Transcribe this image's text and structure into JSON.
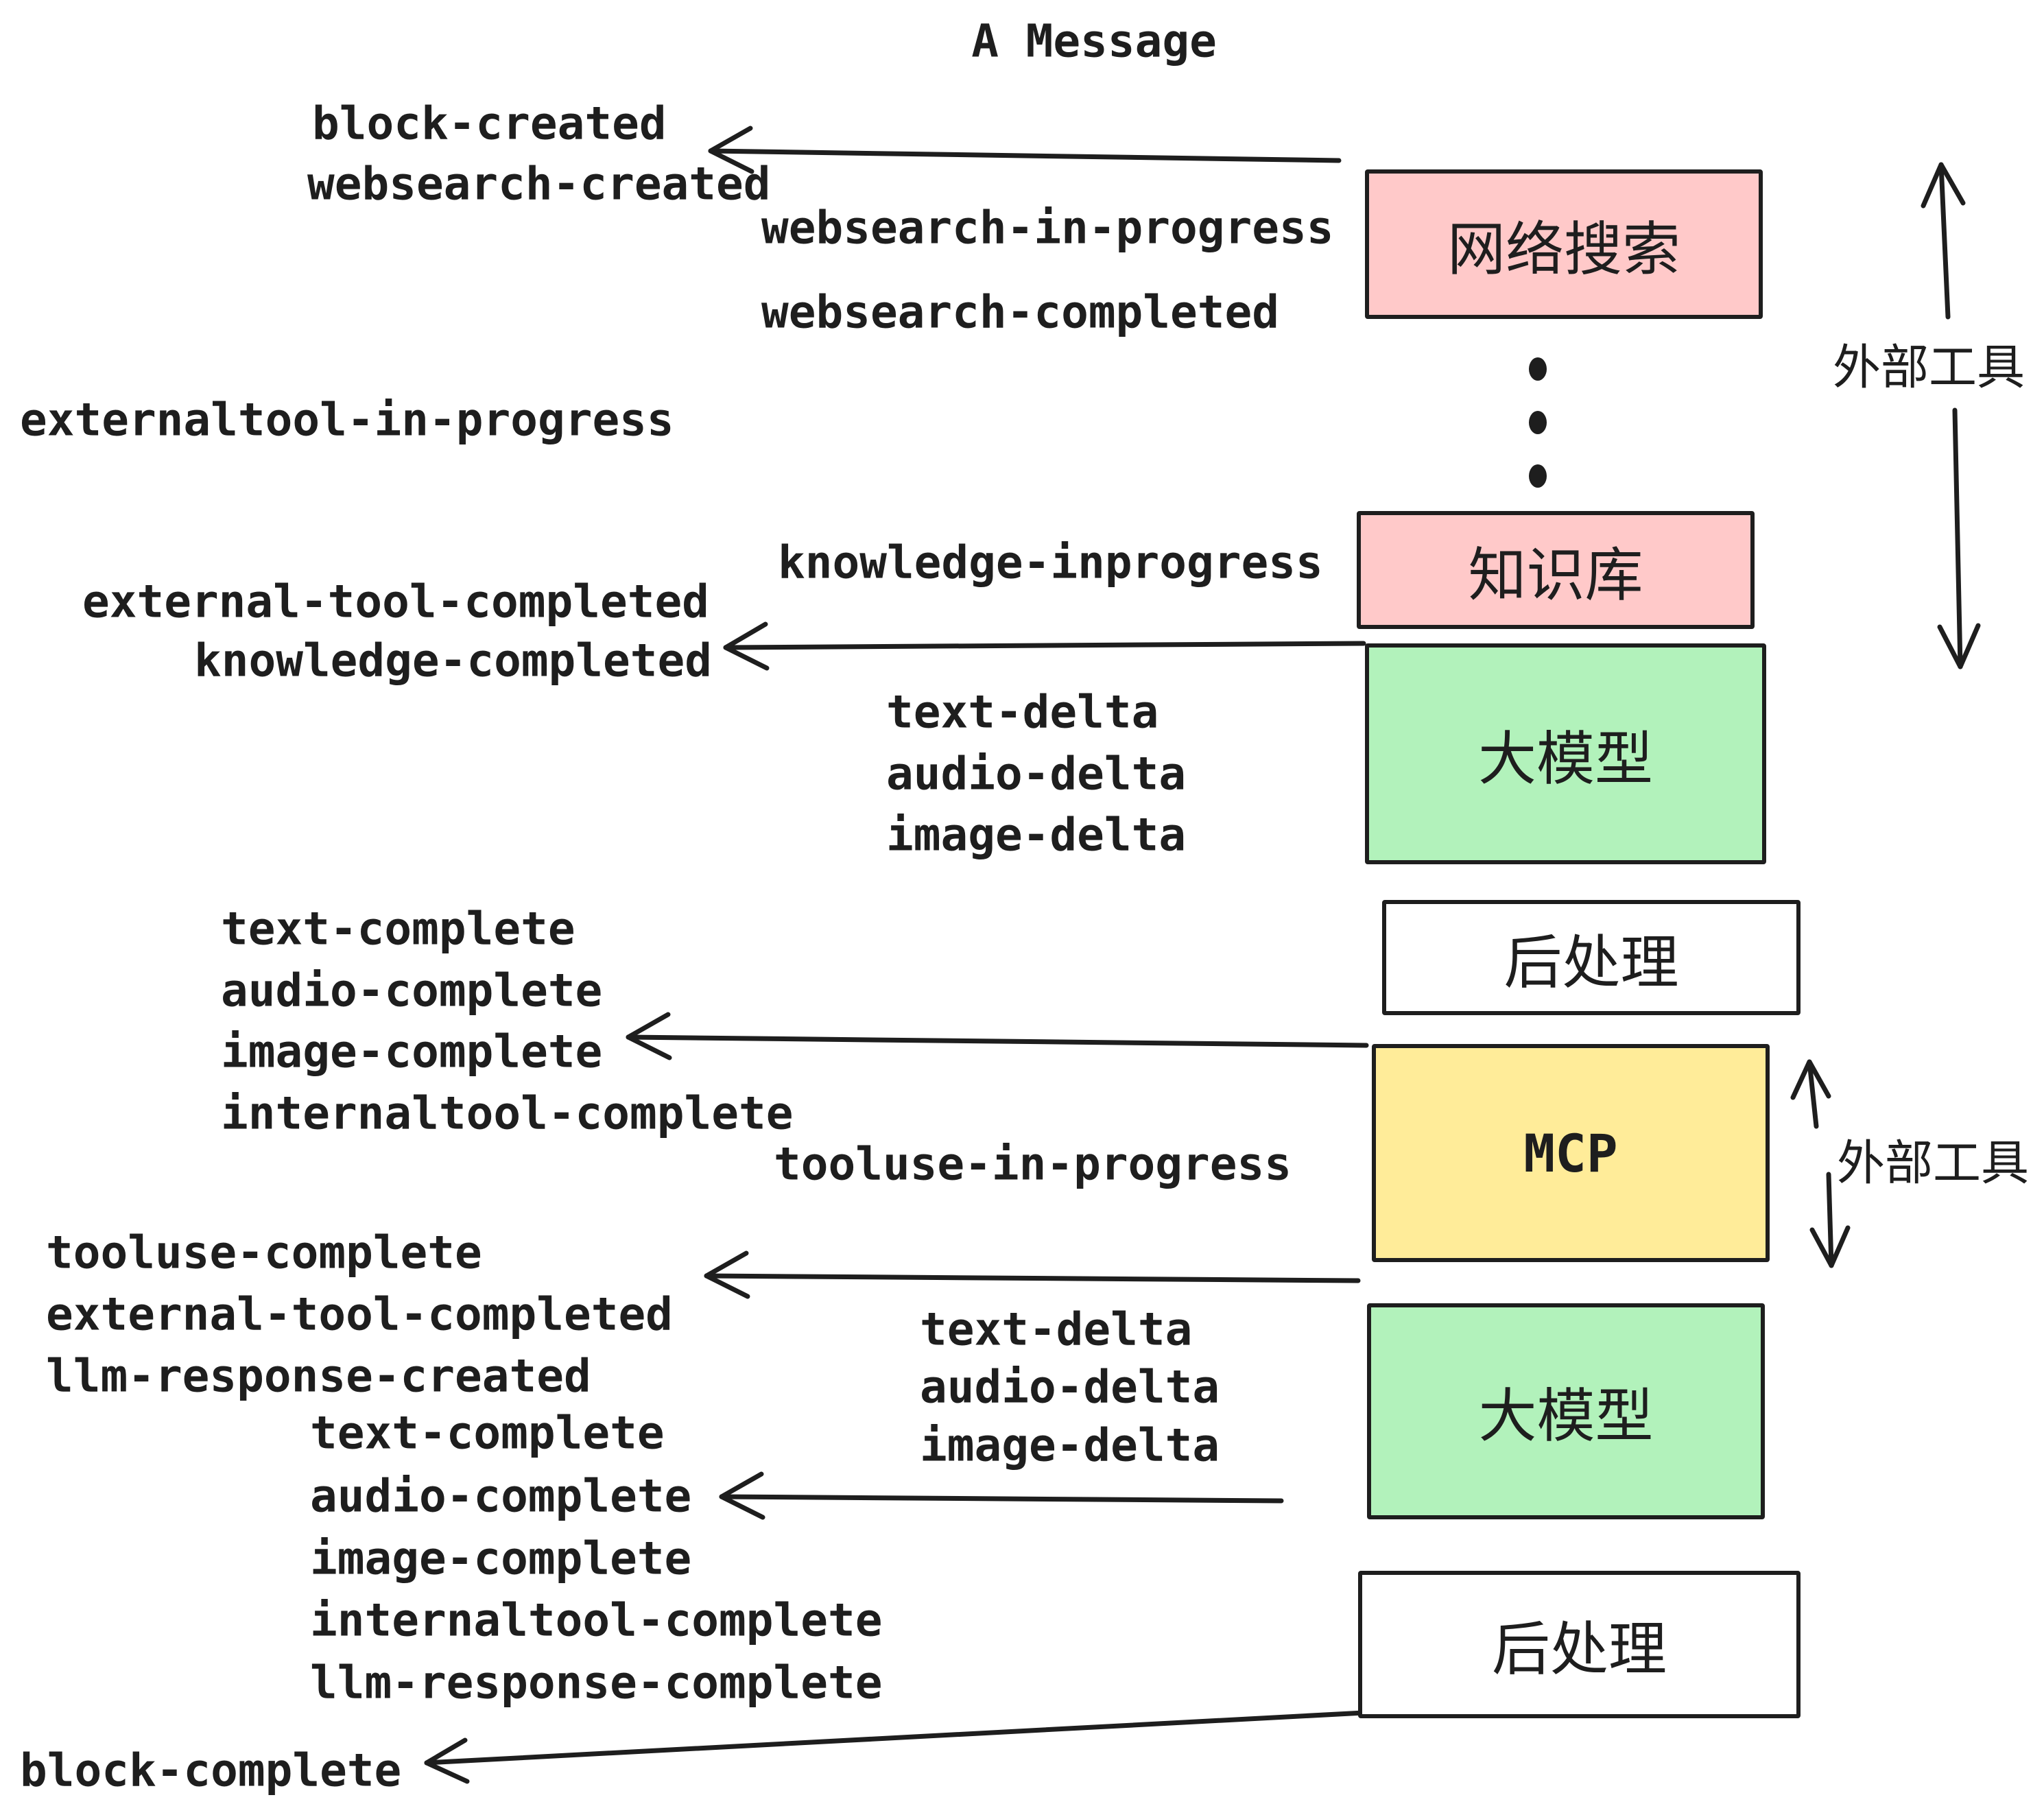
{
  "title": "A Message",
  "events": {
    "block_created": "block-created",
    "websearch_created": "websearch-created",
    "websearch_in_progress": "websearch-in-progress",
    "websearch_completed": "websearch-completed",
    "externaltool_in_progress": "externaltool-in-progress",
    "knowledge_inprogress": "knowledge-inprogress",
    "external_tool_completed": "external-tool-completed",
    "knowledge_completed": "knowledge-completed",
    "text_delta": "text-delta",
    "audio_delta": "audio-delta",
    "image_delta": "image-delta",
    "text_complete": "text-complete",
    "audio_complete": "audio-complete",
    "image_complete": "image-complete",
    "internaltool_complete": "internaltool-complete",
    "tooluse_in_progress": "tooluse-in-progress",
    "tooluse_complete": "tooluse-complete",
    "llm_response_created": "llm-response-created",
    "llm_response_complete": "llm-response-complete",
    "block_complete": "block-complete"
  },
  "boxes": {
    "websearch": {
      "label": "网络搜索",
      "fill": "#ffc9c9"
    },
    "knowledge": {
      "label": "知识库",
      "fill": "#ffc9c9"
    },
    "llm_top": {
      "label": "大模型",
      "fill": "#b2f2bb"
    },
    "post_top": {
      "label": "后处理",
      "fill": "#ffffff"
    },
    "mcp": {
      "label": "MCP",
      "fill": "#ffec99"
    },
    "llm_bottom": {
      "label": "大模型",
      "fill": "#b2f2bb"
    },
    "post_bottom": {
      "label": "后处理",
      "fill": "#ffffff"
    }
  },
  "annotations": {
    "external_tools_top": "外部工具",
    "external_tools_bottom": "外部工具"
  },
  "colors": {
    "ink": "#1e1e1e",
    "pink": "#ffc9c9",
    "green": "#b2f2bb",
    "yellow": "#ffec99",
    "white": "#ffffff"
  }
}
